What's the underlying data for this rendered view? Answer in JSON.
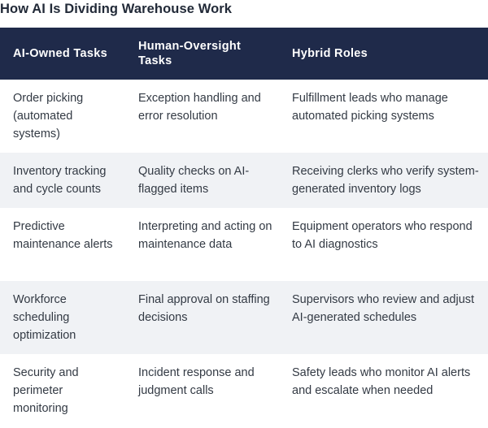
{
  "title": "How AI Is Dividing Warehouse Work",
  "table": {
    "headers": [
      "AI-Owned Tasks",
      "Human-Oversight Tasks",
      "Hybrid Roles"
    ],
    "rows": [
      [
        "Order picking (automated systems)",
        "Exception handling and error resolution",
        "Fulfillment leads who manage automated picking systems"
      ],
      [
        "Inventory tracking and cycle counts",
        "Quality checks on AI-flagged items",
        "Receiving clerks who verify system-generated inventory logs"
      ],
      [
        "Predictive maintenance alerts",
        "Interpreting and acting on maintenance data",
        "Equipment operators who respond to AI diagnostics"
      ],
      [
        "Workforce scheduling optimization",
        "Final approval on staffing decisions",
        "Supervisors who review and adjust AI-generated schedules"
      ],
      [
        "Security and perimeter monitoring",
        "Incident response and judgment calls",
        "Safety leads who monitor AI alerts and escalate when needed"
      ]
    ]
  },
  "colors": {
    "header_bg": "#1f2a4a",
    "header_text": "#ffffff",
    "row_shade": "#f0f2f5",
    "body_text": "#333a44"
  }
}
